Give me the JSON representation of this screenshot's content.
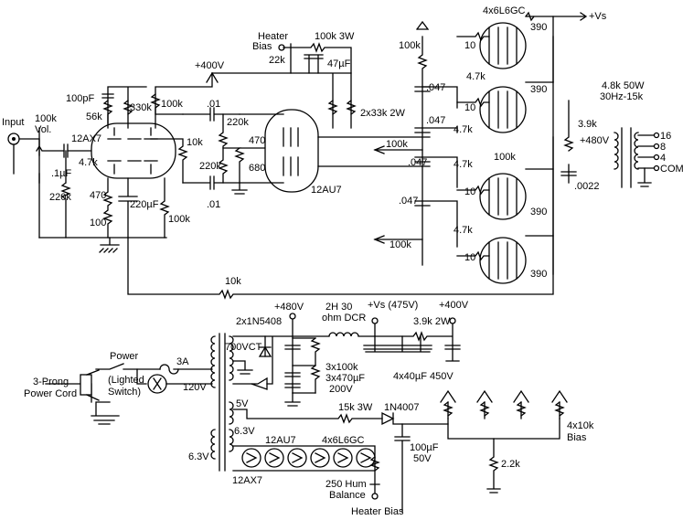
{
  "labels": {
    "input": "Input",
    "vol_value": "100k",
    "vol_name": "Vol.",
    "tube_12ax7": "12AX7",
    "c_01uf": ".1µF",
    "r_220k_in": "220k",
    "r_47k_grid": "4.7k",
    "c_100pf": "100pF",
    "r_56k": "56k",
    "r_330k": "330k",
    "r_100k_plate": "100k",
    "r_10k_cath": "10k",
    "plus_400v": "+400V",
    "r_470": "470",
    "c_220uf": "220µF",
    "r_100": "100",
    "r_100k_low": "100k",
    "c_01_top": ".01",
    "c_01_bot": ".01",
    "r_220k_a": "220k",
    "r_220k_b": "220k",
    "r_470_pi": "470",
    "r_680": "680",
    "tube_12au7": "12AU7",
    "heater_bias": "Heater",
    "heater_bias2": "Bias",
    "r_22k": "22k",
    "r_100k_3w": "100k 3W",
    "c_47uf": "47µF",
    "r_2x33k": "2x33k 2W",
    "r_100k_bias": "100k",
    "c_047_a": ".047",
    "c_047_b": ".047",
    "c_047_c": ".047",
    "c_047_d": ".047",
    "r_100k_g1": "100k",
    "r_100k_g2": "100k",
    "r_100k_g3": "100k",
    "tube_6l6": "4x6L6GC",
    "r_10_a": "10",
    "r_10_b": "10",
    "r_10_c": "10",
    "r_10_d": "10",
    "r_47k_a": "4.7k",
    "r_47k_b": "4.7k",
    "r_47k_c": "4.7k",
    "r_47k_d": "4.7k",
    "r_390_a": "390",
    "r_390_b": "390",
    "r_390_c": "390",
    "r_390_d": "390",
    "plus_vs": "+Vs",
    "ot_spec": "4.8k 50W",
    "ot_freq": "30Hz-15k",
    "r_39k": "3.9k",
    "plus_480v": "+480V",
    "c_0022": ".0022",
    "tap_16": "16",
    "tap_8": "8",
    "tap_4": "4",
    "tap_com": "COM",
    "r_10k_fb": "10k",
    "ps_480": "+480V",
    "diodes": "2x1N5408",
    "choke1": "2H  30",
    "choke2": "ohm DCR",
    "ps_vs": "+Vs (475V)",
    "ps_400": "+400V",
    "r_39k_2w": "3.9k  2W",
    "pt_700": "700VCT",
    "power": "Power",
    "fuse": "3A",
    "lighted1": "(Lighted",
    "lighted2": "Switch)",
    "cord1": "3-Prong",
    "cord2": "Power Cord",
    "v120": "120V",
    "v5": "5V",
    "v63a": "6.3V",
    "v63b": "6.3V",
    "r_3x100k": "3x100k",
    "c_3x470": "3x470µF",
    "v200": "200V",
    "c_4x40": "4x40µF  450V",
    "r_15k": "15k  3W",
    "d_1n4007": "1N4007",
    "c_100uf": "100µF",
    "v50": "50V",
    "pots1": "4x10k",
    "pots2": "Bias",
    "r_22k_b": "2.2k",
    "h_12au7": "12AU7",
    "h_6l6": "4x6L6GC",
    "h_12ax7": "12AX7",
    "hum1": "250 Hum",
    "hum2": "Balance",
    "heater_bias_bot": "Heater Bias"
  }
}
